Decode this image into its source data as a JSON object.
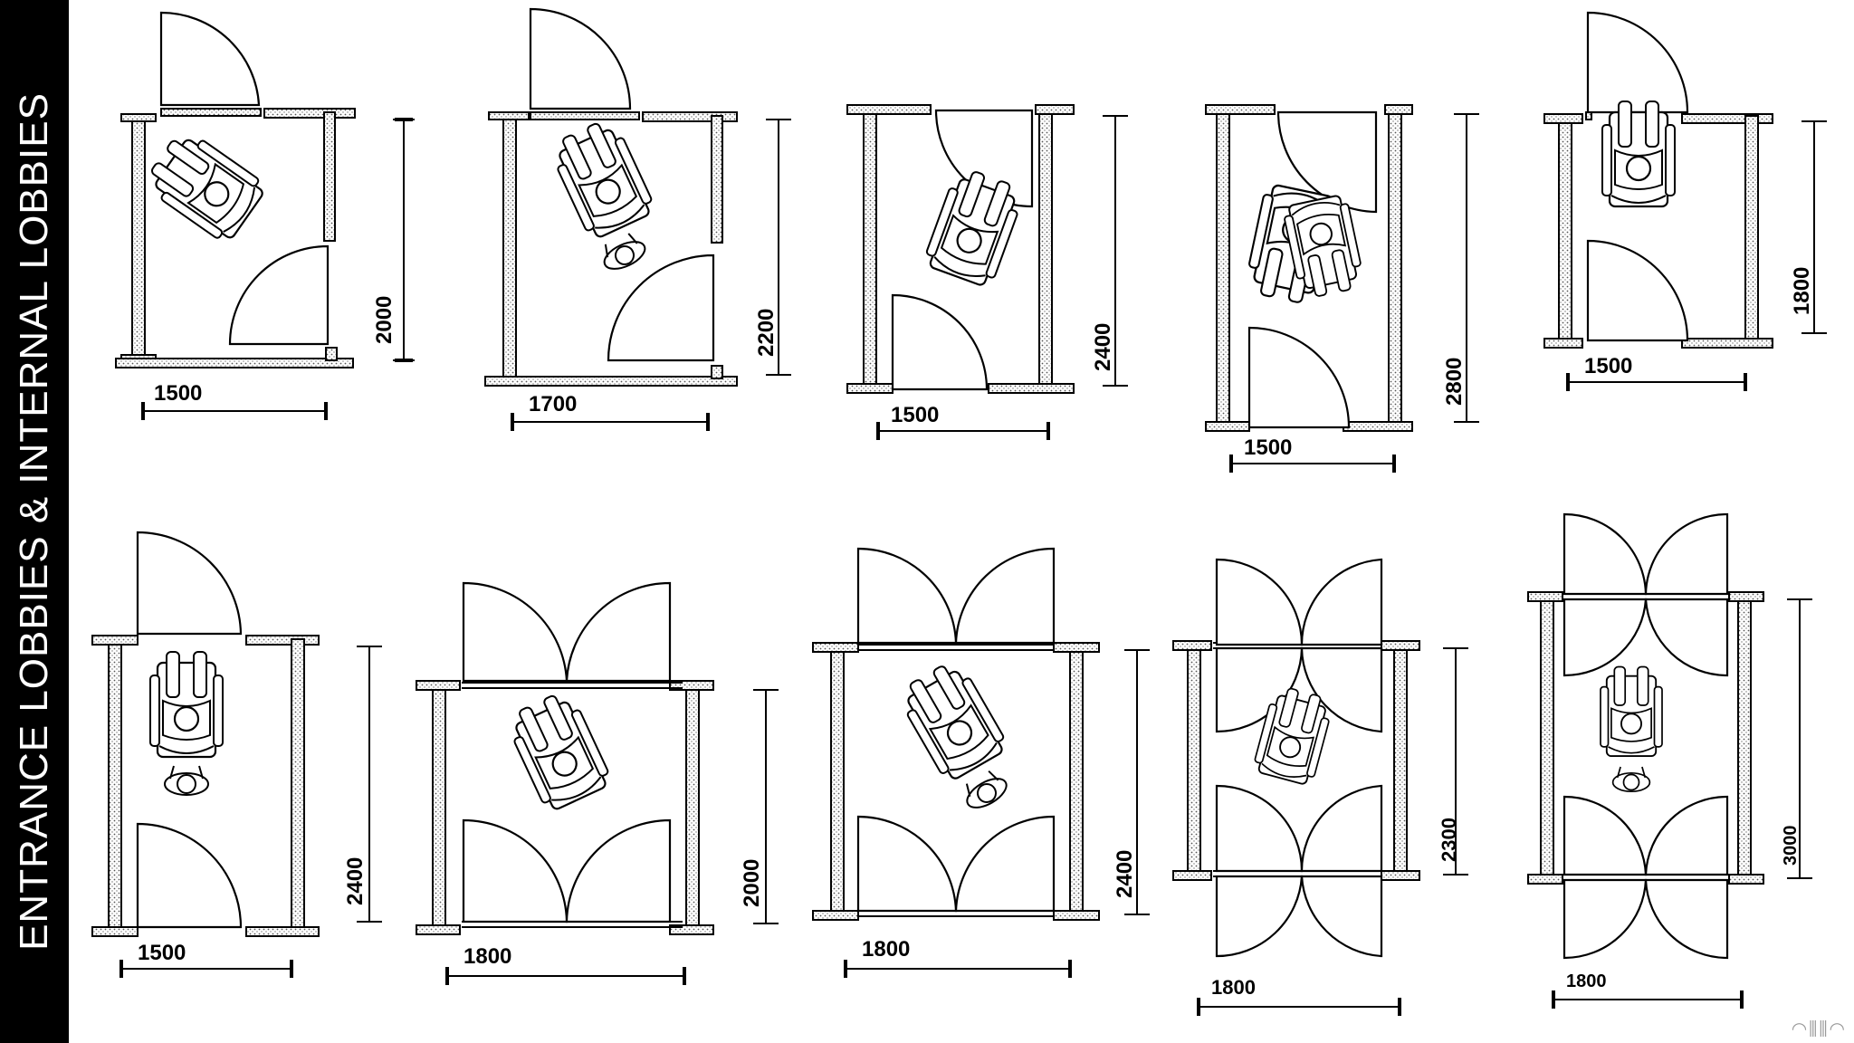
{
  "sidebar": {
    "title": "ENTRANCE LOBBIES & INTERNAL LOBBIES"
  },
  "colors": {
    "sidebar_bg": "#000000",
    "sidebar_text": "#ffffff",
    "line": "#000000",
    "wall_fill": "#dcdcdc"
  },
  "lobbies": [
    {
      "id": "lobby-1",
      "width_label": "1500",
      "depth_label": "2000"
    },
    {
      "id": "lobby-2",
      "width_label": "1700",
      "depth_label": "2200"
    },
    {
      "id": "lobby-3",
      "width_label": "1500",
      "depth_label": "2400"
    },
    {
      "id": "lobby-4",
      "width_label": "1500",
      "depth_label": "2800"
    },
    {
      "id": "lobby-5",
      "width_label": "1500",
      "depth_label": "1800"
    },
    {
      "id": "lobby-6",
      "width_label": "1500",
      "depth_label": "2400"
    },
    {
      "id": "lobby-7",
      "width_label": "1800",
      "depth_label": "2000"
    },
    {
      "id": "lobby-8",
      "width_label": "1800",
      "depth_label": "2400"
    },
    {
      "id": "lobby-9",
      "width_label": "1800",
      "depth_label": "2300"
    },
    {
      "id": "lobby-10",
      "width_label": "1800",
      "depth_label": "3000"
    }
  ],
  "logo_icon": "watermark-logo-icon"
}
